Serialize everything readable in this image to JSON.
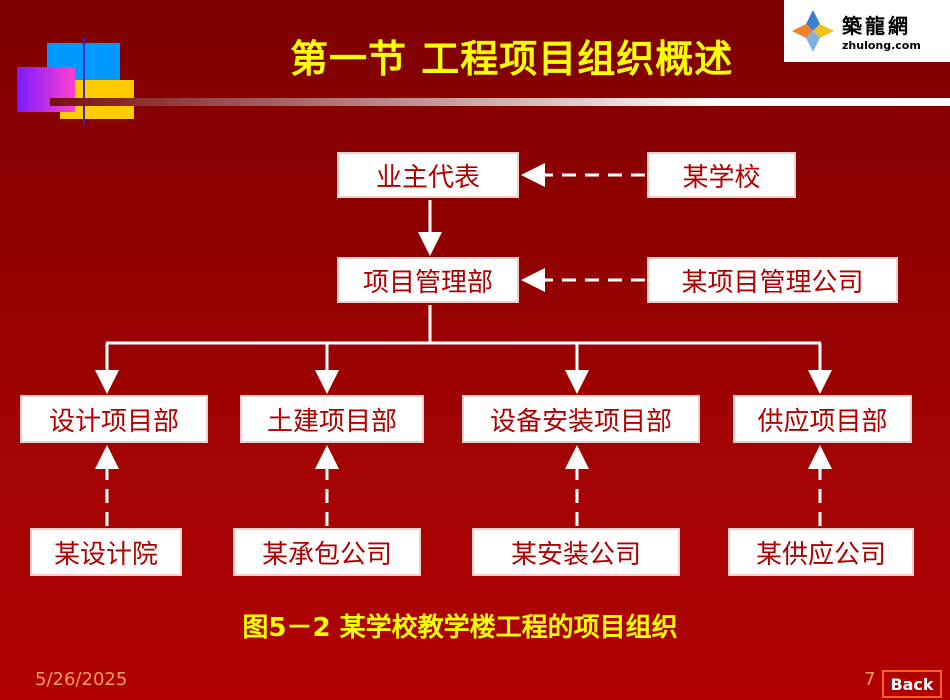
{
  "title": "第一节 工程项目组织概述",
  "logo": {
    "cn": "築龍網",
    "en": "zhulong.com"
  },
  "org": {
    "owner_rep": "业主代表",
    "school": "某学校",
    "pm_dept": "项目管理部",
    "pm_company": "某项目管理公司",
    "depts": [
      "设计项目部",
      "土建项目部",
      "设备安装项目部",
      "供应项目部"
    ],
    "companies": [
      "某设计院",
      "某承包公司",
      "某安装公司",
      "某供应公司"
    ]
  },
  "caption": "图5－2 某学校教学楼工程的项目组织",
  "footer": {
    "date": "5/26/2025",
    "page": "7",
    "back": "Back"
  }
}
